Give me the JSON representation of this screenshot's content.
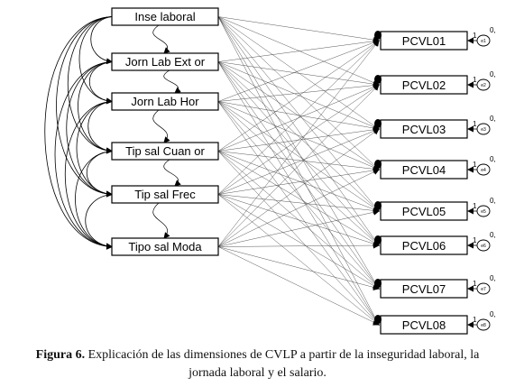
{
  "diagram": {
    "predictors": [
      "Inse laboral",
      "Jorn Lab Ext or",
      "Jorn Lab Hor",
      "Tip sal Cuan or",
      "Tip sal Frec",
      "Tipo sal Moda"
    ],
    "outcomes": [
      "PCVL01",
      "PCVL02",
      "PCVL03",
      "PCVL04",
      "PCVL05",
      "PCVL06",
      "PCVL07",
      "PCVL08"
    ],
    "errors": [
      "e1",
      "e2",
      "e3",
      "e4",
      "e5",
      "e6",
      "e7",
      "e8"
    ],
    "error_loading": "1",
    "error_variance": "0,"
  },
  "caption": {
    "label": "Figura 6.",
    "line1": "Explicación de las dimensiones de CVLP a partir de la inseguridad laboral, la",
    "line2": "jornada laboral y el salario."
  }
}
